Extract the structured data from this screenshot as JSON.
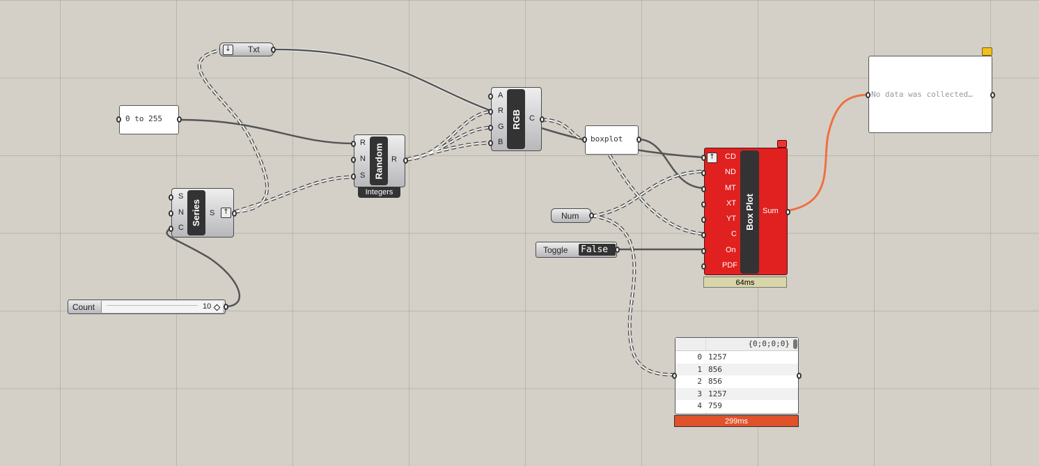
{
  "canvas": {
    "background": "#d4d0c8"
  },
  "nodes": {
    "txt": {
      "label": "Txt"
    },
    "range_panel": {
      "text": "0 to 255"
    },
    "random": {
      "title": "Random",
      "inputs": [
        "R",
        "N",
        "S"
      ],
      "output": "R",
      "footer": "Integers"
    },
    "series": {
      "title": "Series",
      "inputs": [
        "S",
        "N",
        "C"
      ],
      "output": "S"
    },
    "rgb": {
      "title": "RGB",
      "inputs": [
        "A",
        "R",
        "G",
        "B"
      ],
      "output": "C"
    },
    "boxplot_panel": {
      "text": "boxplot"
    },
    "boxplot": {
      "title": "Box Plot",
      "inputs": [
        "CD",
        "ND",
        "MT",
        "XT",
        "YT",
        "C",
        "On",
        "PDF"
      ],
      "output": "Sum",
      "timing": "64ms",
      "color": "#e12020"
    },
    "num": {
      "label": "Num"
    },
    "toggle": {
      "label": "Toggle",
      "value": "False"
    },
    "count_slider": {
      "label": "Count",
      "value": "10",
      "fraction": 1.0
    },
    "output_panel": {
      "text": "No data was collected…"
    },
    "data_viewer": {
      "path": "{0;0;0;0}",
      "rows": [
        {
          "index": "0",
          "value": "1257"
        },
        {
          "index": "1",
          "value": "856"
        },
        {
          "index": "2",
          "value": "856"
        },
        {
          "index": "3",
          "value": "1257"
        },
        {
          "index": "4",
          "value": "759"
        }
      ],
      "timing": "299ms",
      "timing_color": "#e0522a"
    }
  },
  "wire_colors": {
    "normal": "#555555",
    "selected": "#f07040"
  }
}
